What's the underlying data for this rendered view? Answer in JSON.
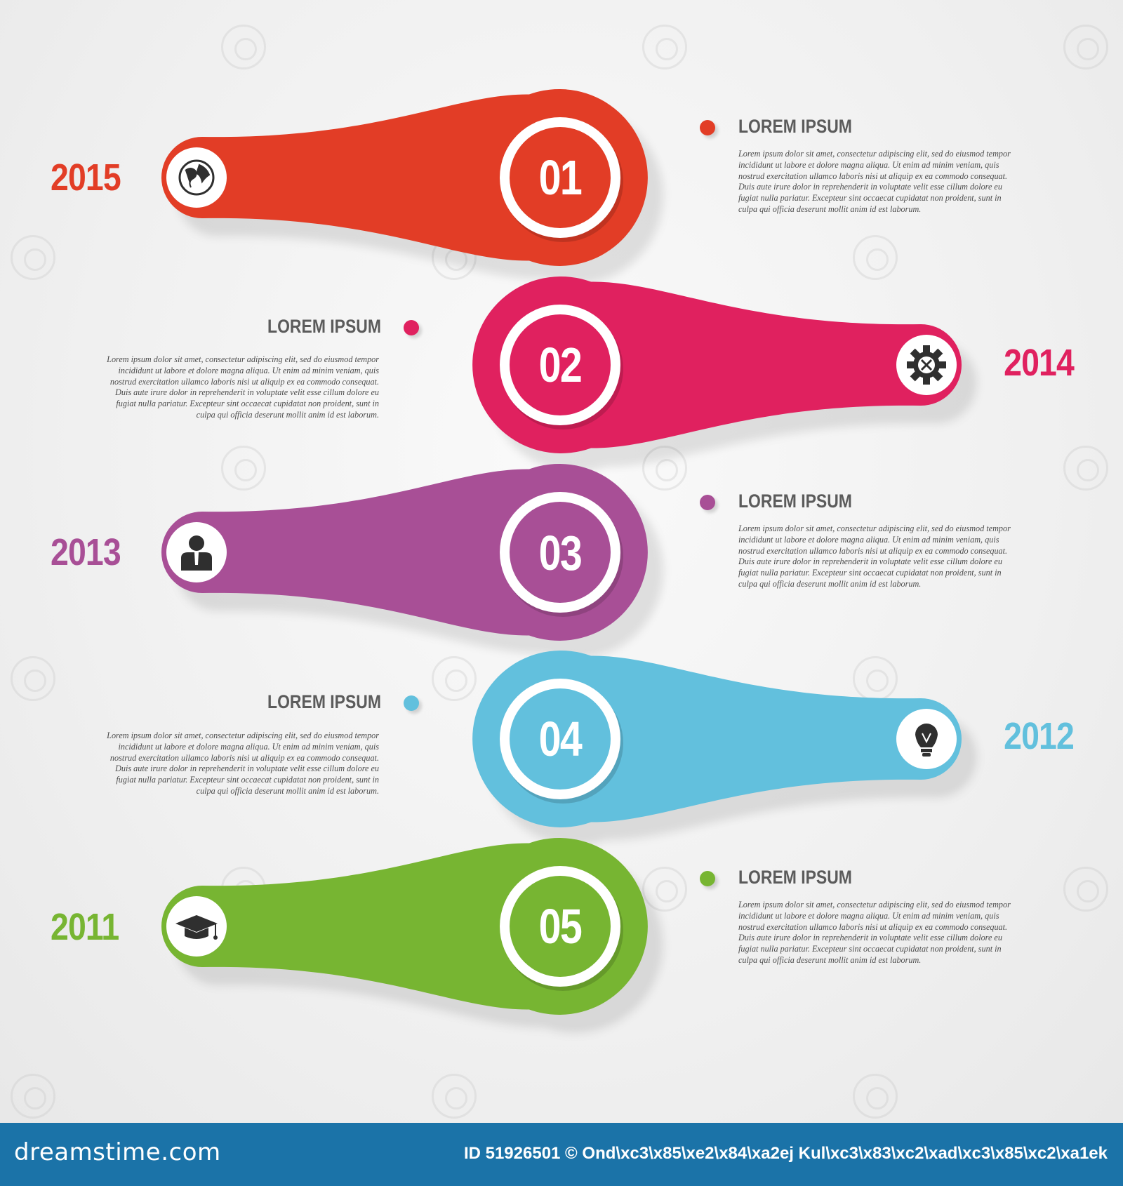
{
  "colors": {
    "background": "#f1f1f1",
    "footer": "#1b73a8",
    "text_gray": "#5b5b5b"
  },
  "steps": [
    {
      "number": "01",
      "year": "2015",
      "icon": "globe-icon",
      "color": "#e23d26",
      "title": "LOREM IPSUM",
      "body": "Lorem ipsum dolor sit amet, consectetur adipiscing elit, sed do eiusmod tempor incididunt ut labore et dolore magna aliqua. Ut enim ad minim veniam, quis nostrud exercitation ullamco laboris nisi ut aliquip ex ea commodo consequat. Duis aute irure dolor in reprehenderit in voluptate velit esse cillum dolore eu fugiat nulla pariatur. Excepteur sint occaecat cupidatat non proident, sunt in culpa qui officia deserunt mollit anim id est laborum."
    },
    {
      "number": "02",
      "year": "2014",
      "icon": "gear-icon",
      "color": "#e0215f",
      "title": "LOREM IPSUM",
      "body": "Lorem ipsum dolor sit amet, consectetur adipiscing elit, sed do eiusmod tempor incididunt ut labore et dolore magna aliqua. Ut enim ad minim veniam, quis nostrud exercitation ullamco laboris nisi ut aliquip ex ea commodo consequat. Duis aute irure dolor in reprehenderit in voluptate velit esse cillum dolore eu fugiat nulla pariatur. Excepteur sint occaecat cupidatat non proident, sunt in culpa qui officia deserunt mollit anim id est laborum."
    },
    {
      "number": "03",
      "year": "2013",
      "icon": "person-icon",
      "color": "#a84f96",
      "title": "LOREM IPSUM",
      "body": "Lorem ipsum dolor sit amet, consectetur adipiscing elit, sed do eiusmod tempor incididunt ut labore et dolore magna aliqua. Ut enim ad minim veniam, quis nostrud exercitation ullamco laboris nisi ut aliquip ex ea commodo consequat. Duis aute irure dolor in reprehenderit in voluptate velit esse cillum dolore eu fugiat nulla pariatur. Excepteur sint occaecat cupidatat non proident, sunt in culpa qui officia deserunt mollit anim id est laborum."
    },
    {
      "number": "04",
      "year": "2012",
      "icon": "lightbulb-icon",
      "color": "#62c0dd",
      "title": "LOREM IPSUM",
      "body": "Lorem ipsum dolor sit amet, consectetur adipiscing elit, sed do eiusmod tempor incididunt ut labore et dolore magna aliqua. Ut enim ad minim veniam, quis nostrud exercitation ullamco laboris nisi ut aliquip ex ea commodo consequat. Duis aute irure dolor in reprehenderit in voluptate velit esse cillum dolore eu fugiat nulla pariatur. Excepteur sint occaecat cupidatat non proident, sunt in culpa qui officia deserunt mollit anim id est laborum."
    },
    {
      "number": "05",
      "year": "2011",
      "icon": "graduation-cap-icon",
      "color": "#77b532",
      "title": "LOREM IPSUM",
      "body": "Lorem ipsum dolor sit amet, consectetur adipiscing elit, sed do eiusmod tempor incididunt ut labore et dolore magna aliqua. Ut enim ad minim veniam, quis nostrud exercitation ullamco laboris nisi ut aliquip ex ea commodo consequat. Duis aute irure dolor in reprehenderit in voluptate velit esse cillum dolore eu fugiat nulla pariatur. Excepteur sint occaecat cupidatat non proident, sunt in culpa qui officia deserunt mollit anim id est laborum."
    }
  ],
  "footer": {
    "brand": "dreamstime.com",
    "image_id": "ID 51926501 © Ond\\xc3\\x85\\xe2\\x84\\xa2ej Kul\\xc3\\x83\\xc2\\xad\\xc3\\x85\\xc2\\xa1ek"
  }
}
